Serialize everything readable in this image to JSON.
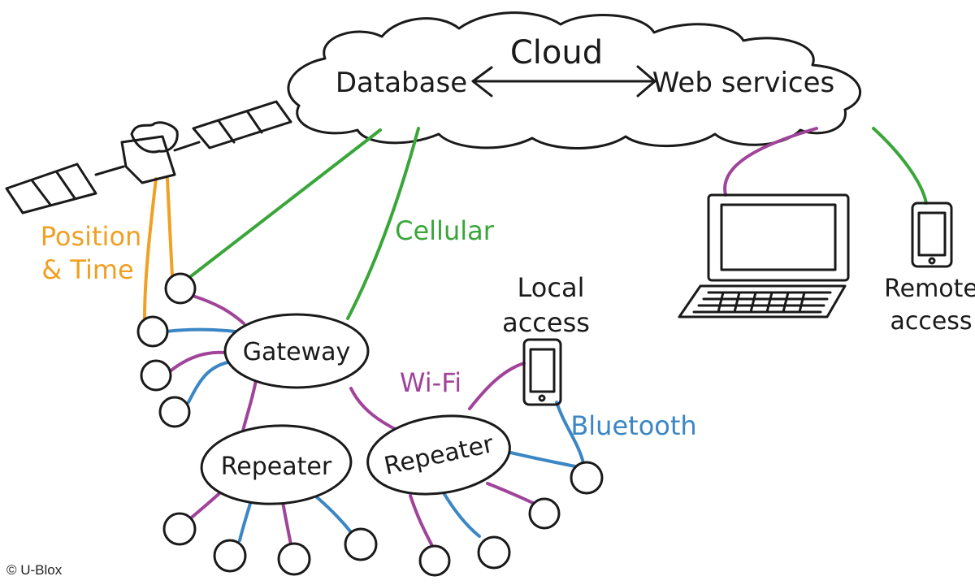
{
  "colors": {
    "cellular": "#3aa63a",
    "wifi": "#a0449a",
    "bluetooth": "#3b86c4",
    "position": "#f0a023",
    "ink": "#1a1a1a"
  },
  "labels": {
    "cloud": "Cloud",
    "database": "Database",
    "web_services": "Web services",
    "position_line1": "Position",
    "position_line2": "& Time",
    "cellular": "Cellular",
    "gateway": "Gateway",
    "repeater_left": "Repeater",
    "repeater_right": "Repeater",
    "local_access_line1": "Local",
    "local_access_line2": "access",
    "wifi": "Wi-Fi",
    "bluetooth": "Bluetooth",
    "remote_access_line1": "Remote",
    "remote_access_line2": "access"
  },
  "icons": {
    "satellite": "satellite-icon",
    "laptop": "laptop-icon",
    "phone_local": "smartphone-icon",
    "phone_remote": "smartphone-icon"
  },
  "copyright": "© U-Blox"
}
